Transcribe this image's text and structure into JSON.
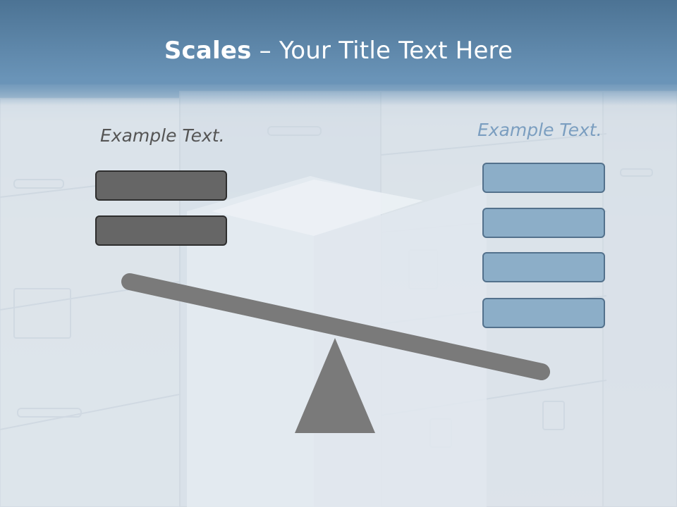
{
  "slide": {
    "title_bold": "Scales",
    "title_rest": " – Your Title Text Here",
    "left_label": "Example Text.",
    "right_label": "Example Text.",
    "left_boxes": [
      {
        "text": ""
      },
      {
        "text": ""
      }
    ],
    "right_boxes": [
      {
        "text": ""
      },
      {
        "text": ""
      },
      {
        "text": ""
      },
      {
        "text": ""
      }
    ],
    "colors": {
      "header": "#5a82a5",
      "left_box_fill": "#666666",
      "right_box_fill": "#8caec8",
      "scale_gray": "#7a7a7a",
      "right_label": "#7b9ec0"
    }
  }
}
